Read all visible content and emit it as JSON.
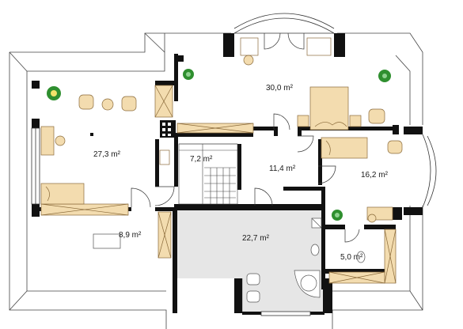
{
  "plan": {
    "rooms": [
      {
        "id": "bedroom-west",
        "label": "27,3 m²"
      },
      {
        "id": "master-bedroom",
        "label": "30,0 m²"
      },
      {
        "id": "hall",
        "label": "11,4 m²"
      },
      {
        "id": "stair",
        "label": "7,2 m²"
      },
      {
        "id": "bedroom-east",
        "label": "16,2 m²"
      },
      {
        "id": "closet-west",
        "label": "8,9 m²"
      },
      {
        "id": "bathroom-main",
        "label": "22,7 m²"
      },
      {
        "id": "bathroom-small",
        "label": "5,0 m²"
      }
    ],
    "colors": {
      "wall": "#111111",
      "furniture": "#f3dcaf",
      "furniture_edge": "#8a6a3a",
      "tile": "#e6e6e6",
      "plant": "#2f8f2f"
    }
  }
}
